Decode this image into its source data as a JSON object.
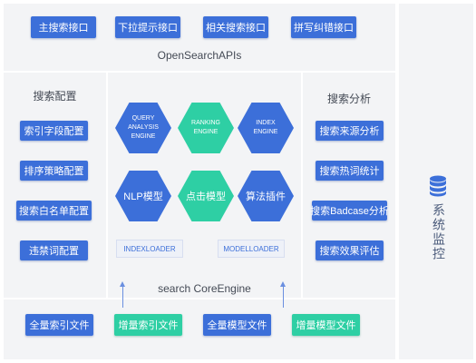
{
  "top": {
    "buttons": [
      "主搜索接口",
      "下拉提示接口",
      "相关搜索接口",
      "拼写纠错接口"
    ],
    "label": "OpenSearchAPIs"
  },
  "left": {
    "title": "搜索配置",
    "buttons": [
      "索引字段配置",
      "排序策略配置",
      "搜索白名单配置",
      "违禁词配置"
    ]
  },
  "middle": {
    "hex_row1": [
      "QUERY\nANALYSIS\nENGINE",
      "RANKING\nENGINE",
      "INDEX\nENGINE"
    ],
    "hex_row2": [
      "NLP模型",
      "点击模型",
      "算法插件"
    ],
    "loaders": [
      "INDEXLOADER",
      "MODELLOADER"
    ],
    "label": "search CoreEngine"
  },
  "right": {
    "title": "搜索分析",
    "buttons": [
      "搜索来源分析",
      "搜索热词统计",
      "搜索Badcase分析",
      "搜索效果评估"
    ]
  },
  "bottom": {
    "buttons": [
      "全量索引文件",
      "增量索引文件",
      "全量模型文件",
      "增量模型文件"
    ]
  },
  "side": {
    "title": "系统监控",
    "icon": "database-icon"
  },
  "colors": {
    "blue": "#3c6fd9",
    "green": "#2ecfa4",
    "panel": "#f3f4f6"
  }
}
